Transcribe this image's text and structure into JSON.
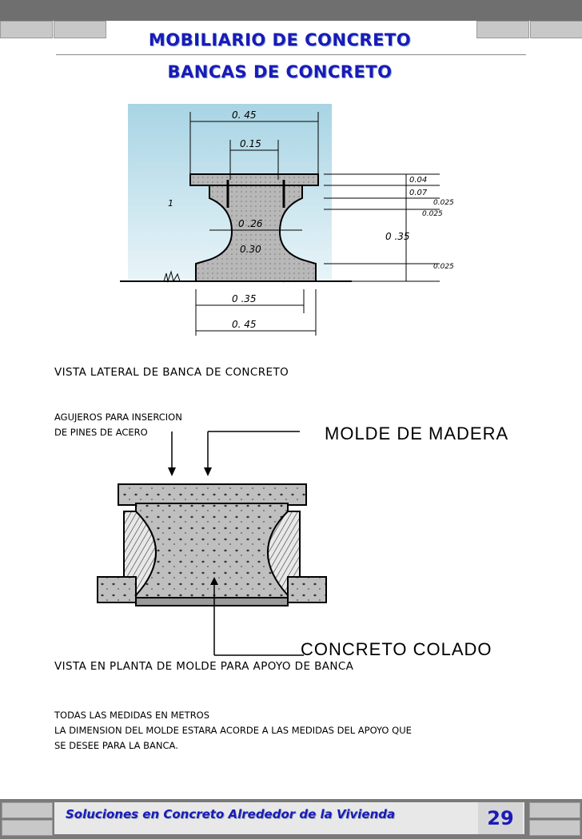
{
  "header": {
    "title_line1": "MOBILIARIO DE CONCRETO",
    "title_line2": "BANCAS DE CONCRETO"
  },
  "side_view": {
    "dim_top_045": "0. 45",
    "dim_015": "0.15",
    "dim_026": "0 .26",
    "dim_030": "0.30",
    "dim_035_bottom": "0 .35",
    "dim_045_bottom": "0. 45",
    "dim_004": "0.04",
    "dim_007": "0.07",
    "dim_0025": "0.025",
    "dim_0025b": "0.025",
    "dim_035_right": "0 .35",
    "dim_0025_low": "0.025",
    "mark_1": "1"
  },
  "caption_side": "VISTA LATERAL DE BANCA DE CONCRETO",
  "pins_label_line1": "AGUJEROS PARA INSERCION",
  "pins_label_line2": "DE PINES  DE ACERO",
  "mold_label": "MOLDE DE MADERA",
  "concrete_label": "CONCRETO COLADO",
  "caption_plan": "VISTA EN PLANTA DE MOLDE PARA APOYO DE BANCA",
  "notes": {
    "line1": "TODAS LAS MEDIDAS EN METROS",
    "line2": "LA DIMENSION DEL MOLDE ESTARA ACORDE A LAS MEDIDAS DEL APOYO QUE",
    "line3": "SE DESEE PARA LA BANCA."
  },
  "footer": {
    "text": "Soluciones en  Concreto Alrededor de la Vivienda",
    "page": "29"
  },
  "colors": {
    "title_blue": "#1a1ab8",
    "sky": "#cfe8f0"
  }
}
